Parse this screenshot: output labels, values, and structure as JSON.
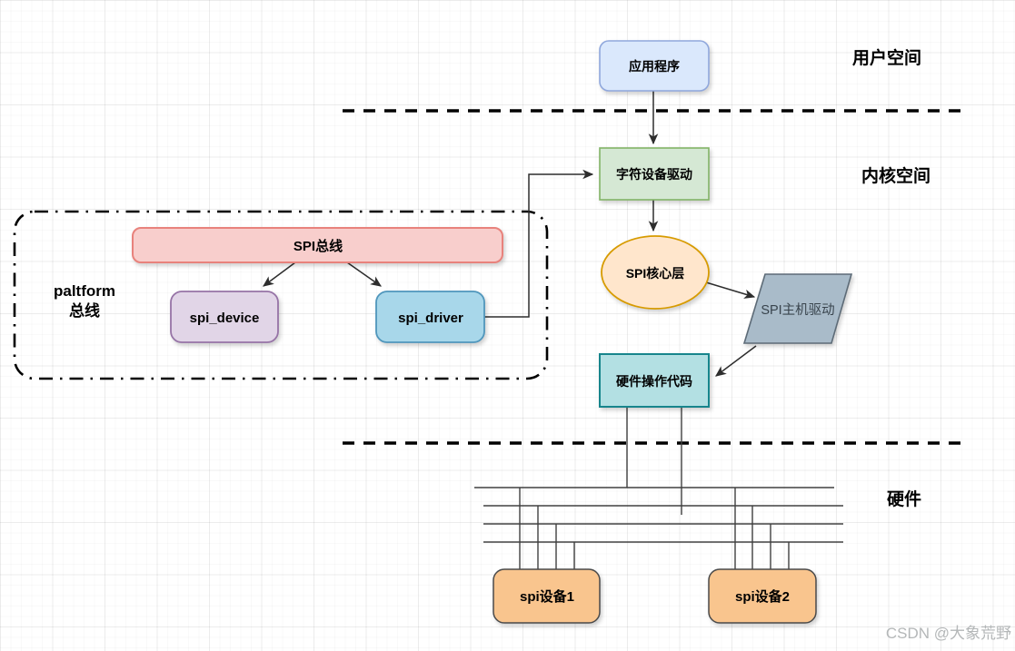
{
  "zones": {
    "user_space": "用户空间",
    "kernel_space": "内核空间",
    "hardware": "硬件"
  },
  "nodes": {
    "application": "应用程序",
    "char_device_driver": "字符设备驱动",
    "spi_core": "SPI核心层",
    "spi_host_driver": "SPI主机驱动",
    "hw_ops_code": "硬件操作代码",
    "spi_bus": "SPI总线",
    "spi_device": "spi_device",
    "spi_driver": "spi_driver",
    "spi_dev1": "spi设备1",
    "spi_dev2": "spi设备2"
  },
  "platform_bus": {
    "line1": "paltform",
    "line2": "总线"
  },
  "watermark": "CSDN @大象荒野",
  "colors": {
    "application_fill": "#dae8fc",
    "application_border": "#8fa7dc",
    "char_device_fill": "#d5e8d4",
    "char_device_border": "#82b366",
    "spi_core_fill": "#ffe6cc",
    "spi_core_border": "#d79b00",
    "spi_host_fill": "#a9bbc9",
    "spi_host_border": "#5d6b77",
    "hw_ops_fill": "#b3e0e3",
    "hw_ops_border": "#17858c",
    "spi_bus_fill": "#f8cecc",
    "spi_bus_border": "#e8827c",
    "spi_device_fill": "#e1d5e7",
    "spi_device_border": "#9673a6",
    "spi_driver_fill": "#a8d7ea",
    "spi_driver_border": "#4f96bc",
    "spi_dev_fill": "#f9c58e",
    "spi_dev_border": "#4a4a4a"
  }
}
